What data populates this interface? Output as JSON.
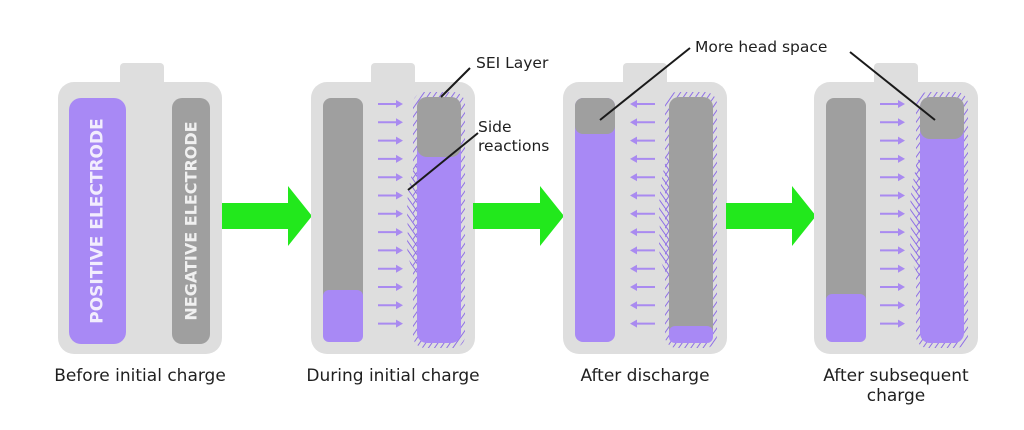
{
  "stages": [
    {
      "caption": "Before initial charge",
      "positive_label": "POSITIVE ELECTRODE",
      "negative_label": "NEGATIVE ELECTRODE"
    },
    {
      "caption": "During initial charge"
    },
    {
      "caption": "After discharge"
    },
    {
      "caption_line1": "After subsequent",
      "caption_line2": "charge"
    }
  ],
  "callouts": {
    "sei_layer": "SEI Layer",
    "side_reactions_line1": "Side",
    "side_reactions_line2": "reactions",
    "head_space": "More head space"
  },
  "colors": {
    "casing": "#dedede",
    "electrode_gray": "#9f9f9f",
    "electrode_purple": "#a889f5",
    "arrow_small": "#a98af0",
    "arrow_green": "#22e81c",
    "sei_fringe": "#8f6fe6",
    "caption_text": "#1f1f1f",
    "callout_line": "#1a1a1a"
  }
}
